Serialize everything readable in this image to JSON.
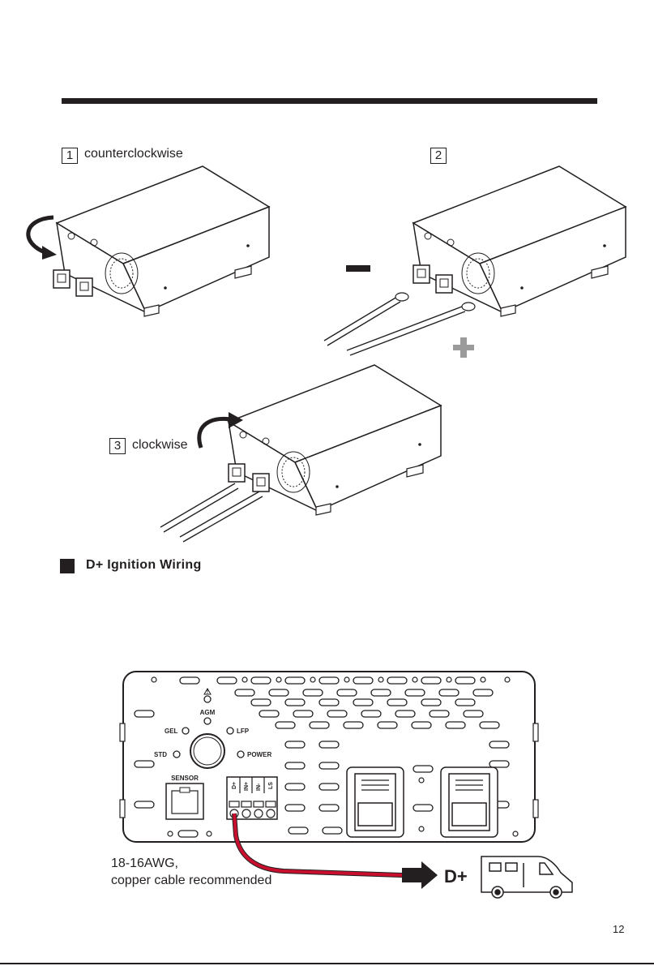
{
  "steps": [
    {
      "number": "1",
      "label": "counterclockwise"
    },
    {
      "number": "2",
      "label": ""
    },
    {
      "number": "3",
      "label": "clockwise"
    }
  ],
  "polarity": {
    "minus": "–",
    "plus": "+"
  },
  "section": {
    "title": "D+ Ignition Wiring"
  },
  "panel": {
    "mode_labels": {
      "agm": "AGM",
      "gel": "GEL",
      "lfp": "LFP",
      "std": "STD",
      "power": "POWER"
    },
    "sensor_label": "SENSOR",
    "terminal_labels": [
      "D+",
      "IN+",
      "IN-",
      "LS"
    ],
    "warning_symbol": "!"
  },
  "cable_note": {
    "line1": "18-16AWG,",
    "line2": "copper cable recommended"
  },
  "dplus_label": "D+",
  "page_number": "12",
  "colors": {
    "text": "#231f20",
    "cable": "#c8102e",
    "plus_sign": "#9b9b9b"
  }
}
